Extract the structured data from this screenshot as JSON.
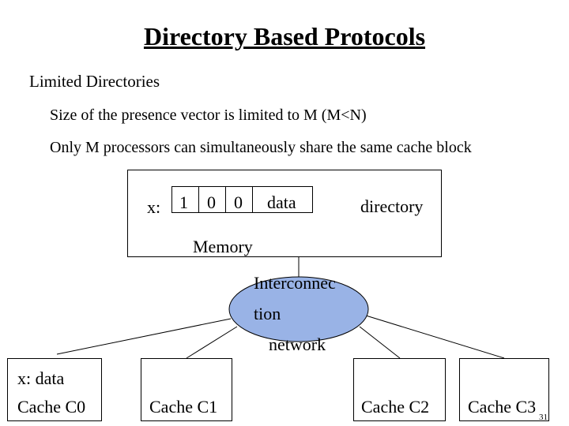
{
  "slide": {
    "title": "Directory Based Protocols",
    "bullets": {
      "level1": "Limited Directories",
      "level2_a": "Size of the presence vector is limited to M (M<N)",
      "level2_b": "Only M processors can simultaneously share the same cache block"
    },
    "page_number": "31"
  },
  "diagram": {
    "directory_entry": {
      "prefix": "x:",
      "bits": [
        "1",
        "0",
        "0"
      ],
      "data_label": "data"
    },
    "directory_label": "directory",
    "memory_label": "Memory",
    "network": {
      "line1": "Interconnec",
      "line2": "tion",
      "line3": "network",
      "fill": "#99b3e6"
    },
    "caches": {
      "c0": {
        "contents": "x: data",
        "label": "Cache C0"
      },
      "c1": {
        "label": "Cache C1"
      },
      "c2": {
        "label": "Cache C2"
      },
      "c3": {
        "label": "Cache C3"
      }
    }
  }
}
